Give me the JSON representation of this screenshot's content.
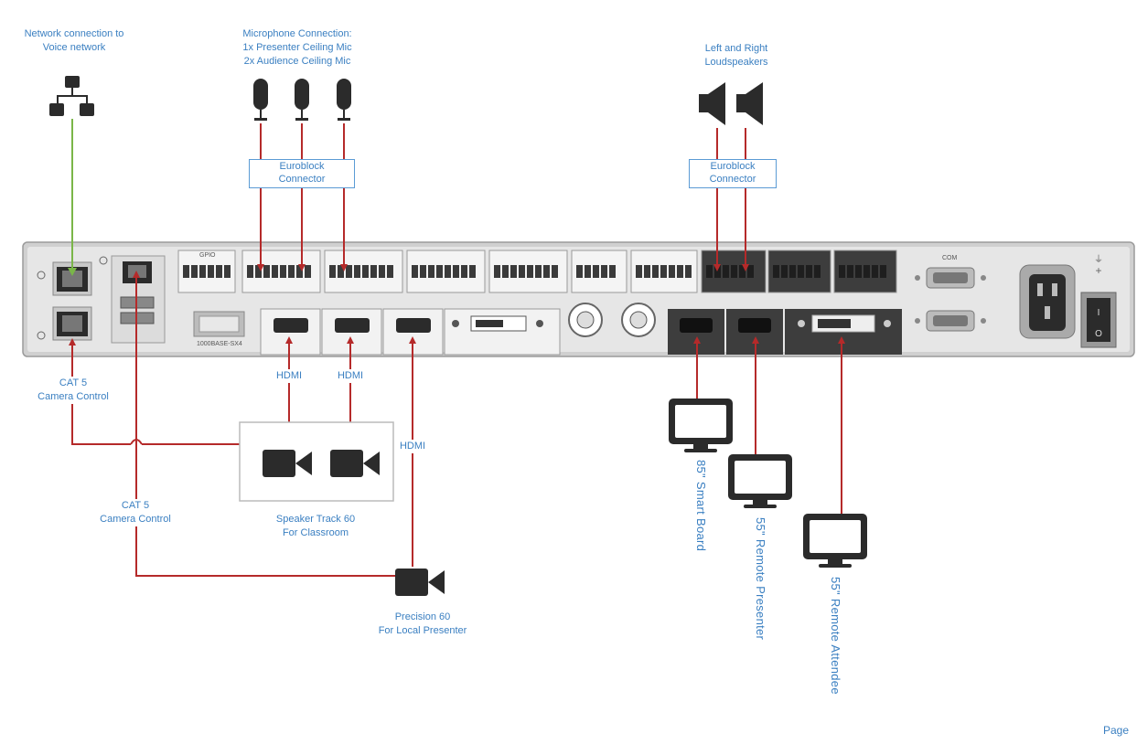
{
  "labels": {
    "network": [
      "Network connection to",
      "Voice network"
    ],
    "microphones": [
      "Microphone Connection:",
      "1x Presenter Ceiling Mic",
      "2x Audience Ceiling Mic"
    ],
    "loudspeakers": [
      "Left and Right",
      "Loudspeakers"
    ],
    "euroblock_left": [
      "Euroblock",
      "Connector"
    ],
    "euroblock_right": [
      "Euroblock",
      "Connector"
    ],
    "cat5_upper": [
      "CAT 5",
      "Camera Control"
    ],
    "cat5_lower": [
      "CAT 5",
      "Camera Control"
    ],
    "hdmi_1": "HDMI",
    "hdmi_2": "HDMI",
    "hdmi_3": "HDMI",
    "speaker_track": [
      "Speaker Track 60",
      "For Classroom"
    ],
    "precision": [
      "Precision 60",
      "For Local Presenter"
    ],
    "display_1": "85\" Smart Board",
    "display_2": "55\" Remote Presenter",
    "display_3": "55\" Remote Attendee",
    "panel_gpio": "GPIO",
    "panel_1000base": "1000BASE-SX4",
    "panel_com": "COM",
    "footer": "Page"
  },
  "colors": {
    "cable_red": "#b52a2a",
    "cable_green": "#7ab648",
    "label_blue": "#3a7fc1",
    "panel_gray": "#c9c9c9",
    "panel_dark": "#3d3d3d",
    "icon_dark": "#2b2b2b"
  },
  "icons": [
    "network-switch-icon",
    "microphone-icon",
    "loudspeaker-icon",
    "camera-icon",
    "monitor-icon",
    "power-switch-icon",
    "power-inlet-icon"
  ]
}
